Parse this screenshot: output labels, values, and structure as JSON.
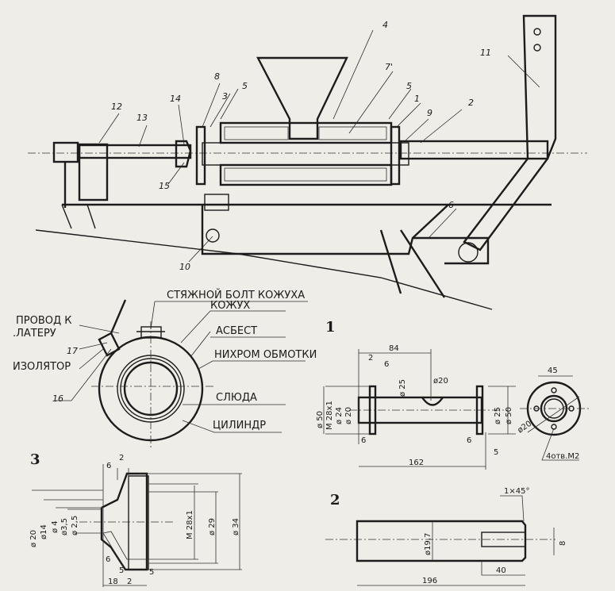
{
  "assembly": {
    "part_numbers": [
      "1",
      "2",
      "3",
      "4",
      "5",
      "5",
      "6",
      "7'",
      "8",
      "9",
      "10",
      "11",
      "12",
      "13",
      "14",
      "15"
    ]
  },
  "figures": {
    "fig1": "1",
    "fig2": "2",
    "fig3": "3"
  },
  "section_labels": {
    "bolt": "СТЯЖНОЙ БОЛТ КОЖУХА",
    "casing": "КОЖУХ",
    "asbestos": "АСБЕСТ",
    "nichrome": "НИХРОМ ОБМОТКИ",
    "mica": "СЛЮДА",
    "cylinder": "ЦИЛИНДР",
    "wire_1": "ПРОВОД К",
    "wire_2": ".ЛАТЕРУ",
    "insulator": "ИЗОЛЯТОР",
    "n17": "17",
    "n16": "16"
  },
  "cylinder_dims": {
    "d84": "84",
    "d2": "2",
    "d6a": "6",
    "d25": "ø 25",
    "d20": "ø20",
    "d50": "ø 50",
    "m28": "М 28x1",
    "d24": "ø 24",
    "d20b": "ø 20",
    "d25r": "ø 25",
    "d50r": "ø 50",
    "d6b": "6",
    "d6c": "6",
    "d5": "5",
    "d162": "162",
    "d45": "45",
    "d20c": "ø20",
    "holes": "4отв.М2"
  },
  "nozzle_dims": {
    "d2": "2",
    "d6": "6",
    "d20": "ø 20",
    "d14": "ø14",
    "d4": "ø 4",
    "d35": "ø3,5",
    "d25": "ø 2,5",
    "m28": "М 28x1",
    "d29": "ø 29",
    "d34": "ø 34",
    "d6b": "6",
    "d5": "5",
    "d18": "18",
    "d2b": "2",
    "d5b": "5"
  },
  "screw_dims": {
    "chamfer": "1×45°",
    "d197": "ø19,7",
    "d8": "8",
    "d40": "40",
    "d196": "196"
  }
}
